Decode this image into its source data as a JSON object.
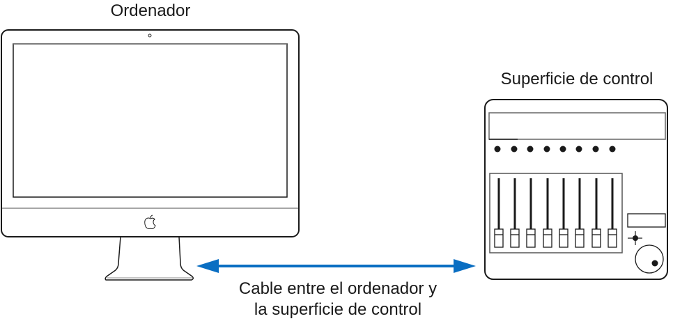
{
  "diagram": {
    "computer": {
      "label": "Ordenador",
      "icon": "imac-computer-icon",
      "logo": "apple-logo-icon"
    },
    "control_surface": {
      "label": "Superficie de control",
      "icon": "control-surface-icon",
      "indicator_count": 8,
      "fader_count": 8
    },
    "cable": {
      "label_line1": "Cable entre el ordenador y",
      "label_line2": "la superficie de control",
      "arrow": "double-headed-arrow",
      "color": "#0a6ec2"
    }
  }
}
